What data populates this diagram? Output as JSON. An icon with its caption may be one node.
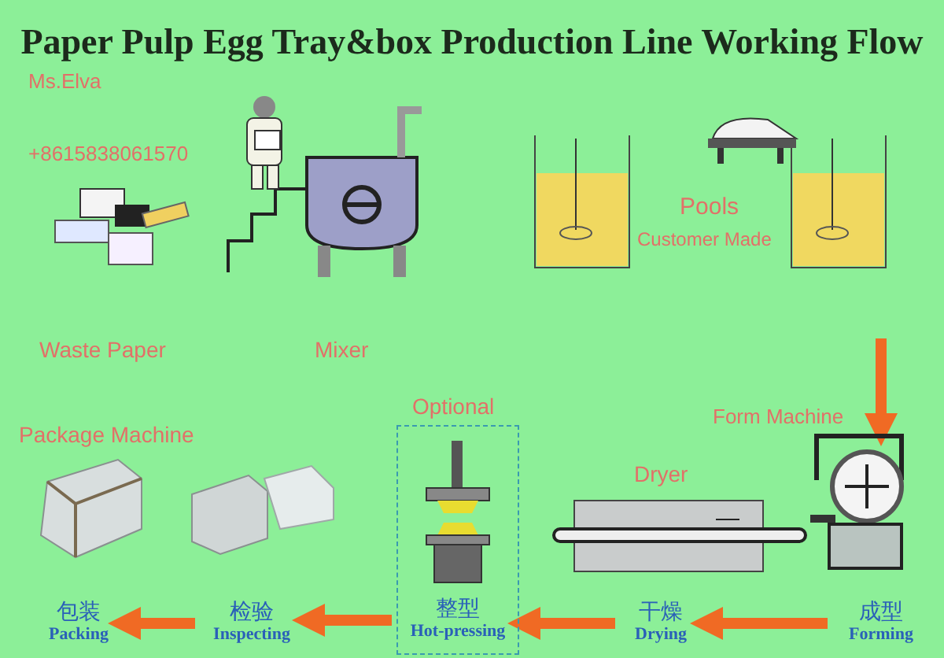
{
  "diagram": {
    "title": "Paper Pulp Egg Tray&box Production Line Working Flow",
    "nodes": [
      {
        "text": [
          "Optional"
        ]
      },
      {
        "text": [
          "包装",
          "Packing"
        ]
      },
      {
        "text": [
          "检验",
          "Inspecting"
        ]
      },
      {
        "text": [
          "整型",
          "Hot-pressing"
        ],
        "in": 0
      },
      {
        "text": [
          "干燥",
          "Drying"
        ]
      },
      {
        "text": [
          "成型",
          "Forming"
        ]
      },
      {
        "text": [],
        "shape": "picture",
        "beside": [
          "Form Machine"
        ]
      }
    ],
    "edges": [
      {
        "from": 5,
        "to": 4,
        "arrow": "to"
      },
      {
        "from": 4,
        "to": 3,
        "arrow": "to"
      },
      {
        "from": 3,
        "to": 2,
        "arrow": "to"
      },
      {
        "from": 2,
        "to": 1,
        "arrow": "to"
      },
      {
        "from": null,
        "to": 6,
        "arrow": "to"
      }
    ],
    "labels": [
      "Ms.Elva",
      "+8615838061570",
      "Pools",
      "Customer Made",
      "Waste Paper",
      "Mixer",
      "Package Machine",
      "Dryer"
    ]
  }
}
